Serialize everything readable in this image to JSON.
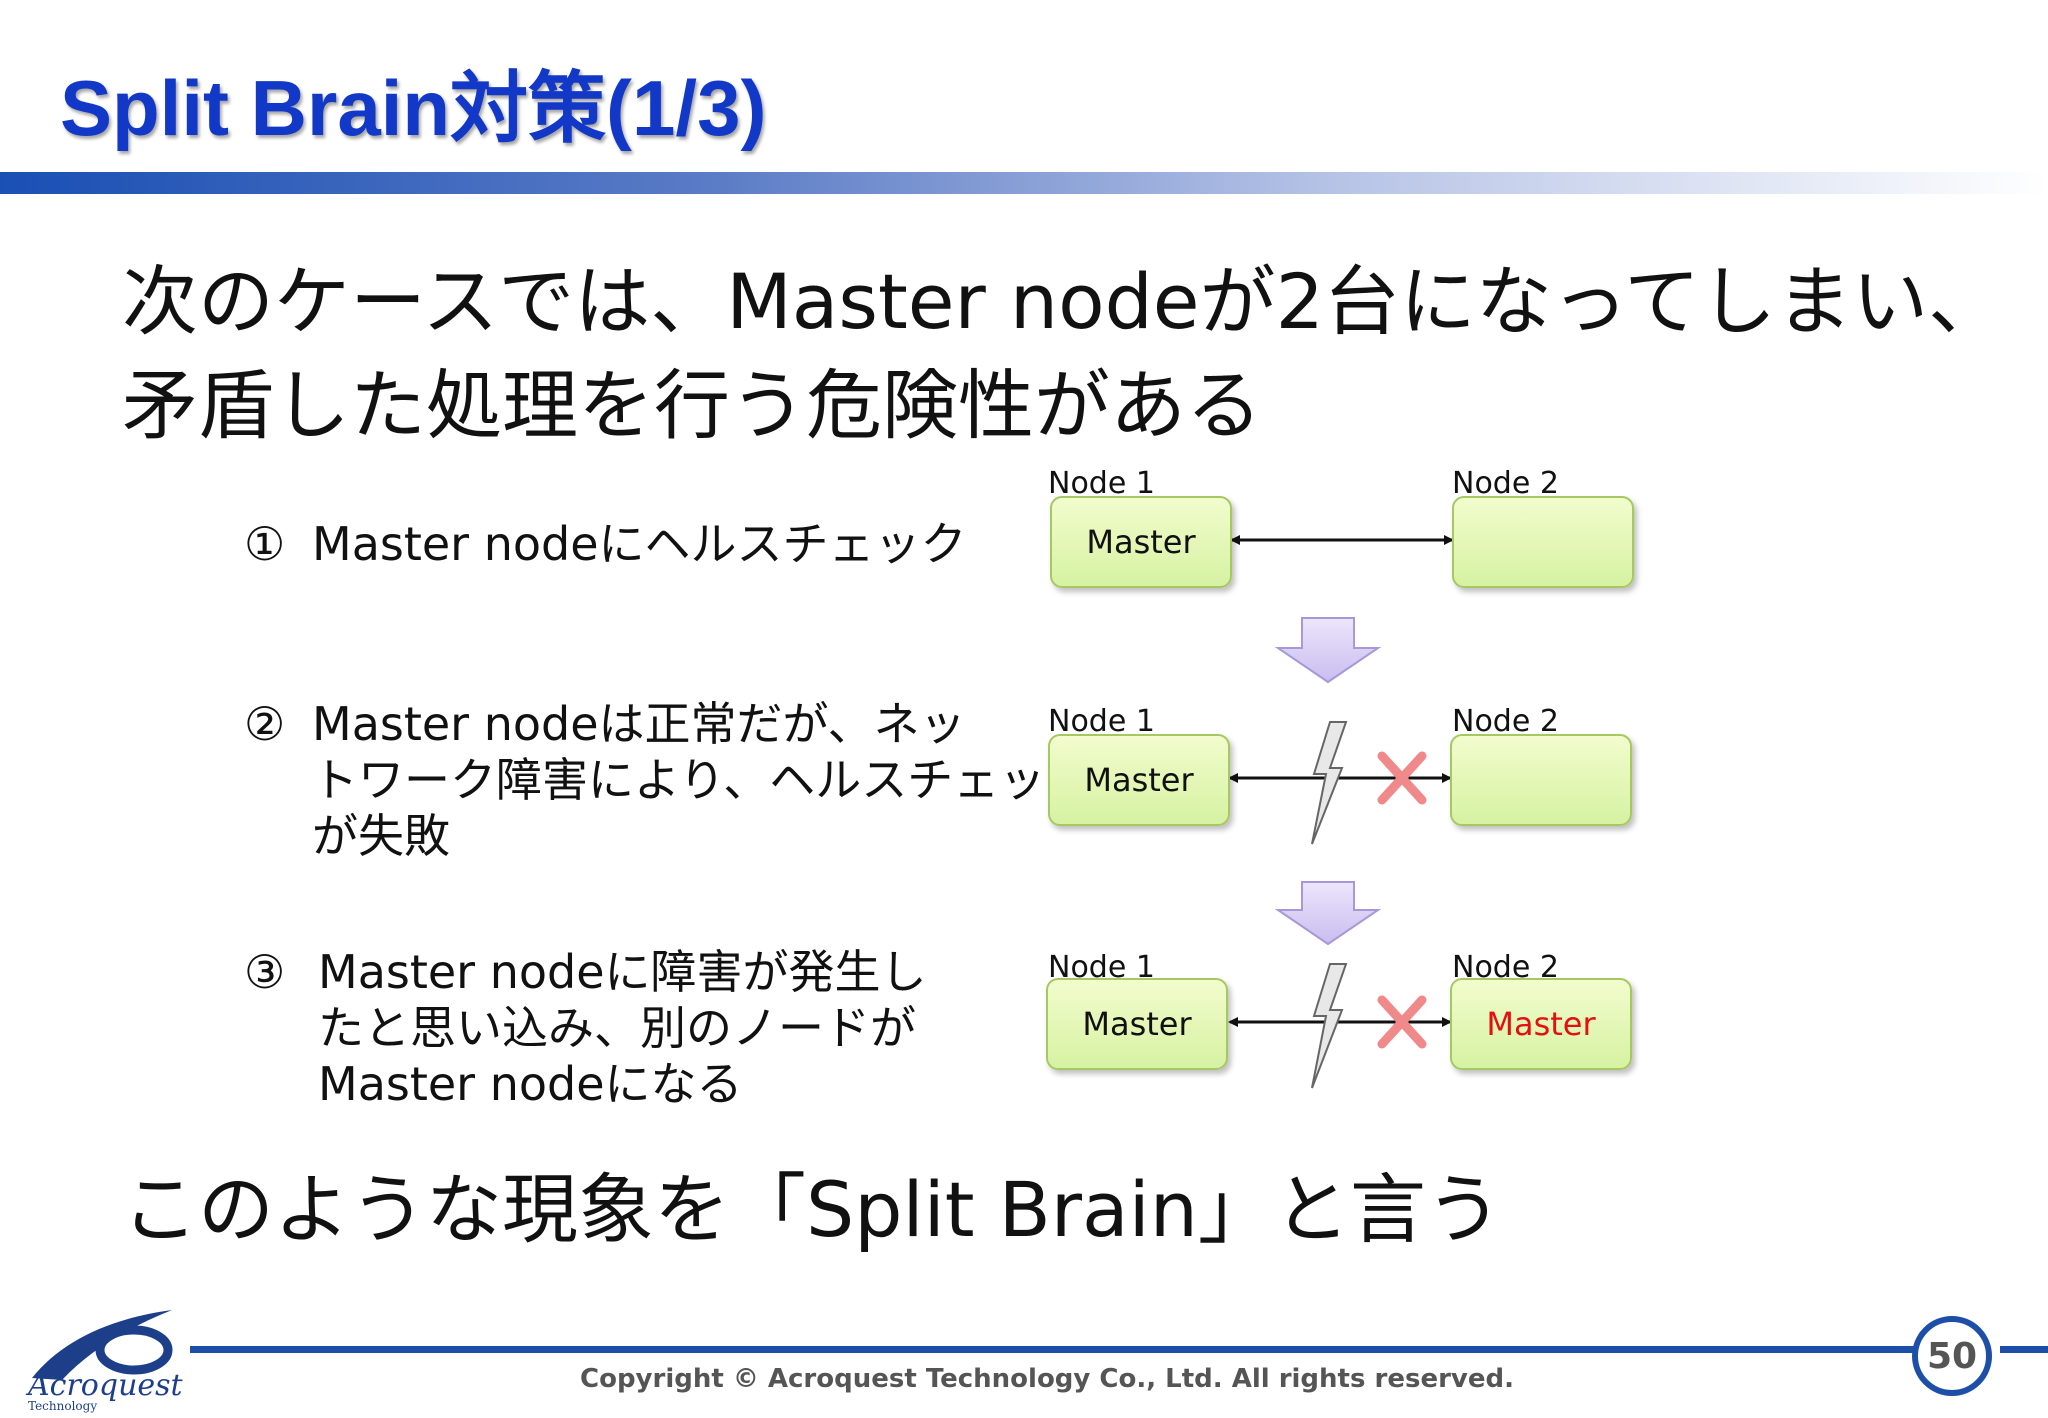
{
  "title": "Split Brain対策(1/3)",
  "lead": {
    "line1": "次のケースでは、Master nodeが2台になってしまい、",
    "line2": "矛盾した処理を行う危険性がある"
  },
  "steps": [
    {
      "number": "①",
      "lines": [
        "Master nodeにヘルスチェック"
      ]
    },
    {
      "number": "②",
      "lines": [
        "Master nodeは正常だが、ネッ",
        "トワーク障害により、ヘルスチェック",
        "が失敗"
      ]
    },
    {
      "number": "③",
      "lines": [
        "Master nodeに障害が発生し",
        "たと思い込み、別のノードが",
        "Master nodeになる"
      ]
    }
  ],
  "diagram": {
    "rows": [
      {
        "node1_label": "Node 1",
        "node1_text": "Master",
        "node2_label": "Node 2",
        "node2_text": "",
        "failure": false
      },
      {
        "node1_label": "Node 1",
        "node1_text": "Master",
        "node2_label": "Node 2",
        "node2_text": "",
        "failure": true
      },
      {
        "node1_label": "Node 1",
        "node1_text": "Master",
        "node2_label": "Node 2",
        "node2_text": "Master",
        "failure": true
      }
    ],
    "colors": {
      "node_fill": "#e4f7b8",
      "node_border": "#a6c860",
      "arrow_down": "#d8cdf2",
      "cross": "#f08a8a",
      "new_master_text": "#e41010"
    }
  },
  "summary": "このような現象を「Split Brain」と言う",
  "footer": {
    "copyright": "Copyright © Acroquest Technology Co., Ltd. All rights reserved.",
    "page_number": "50",
    "logo_name": "Acroquest",
    "logo_sub": "Technology"
  }
}
